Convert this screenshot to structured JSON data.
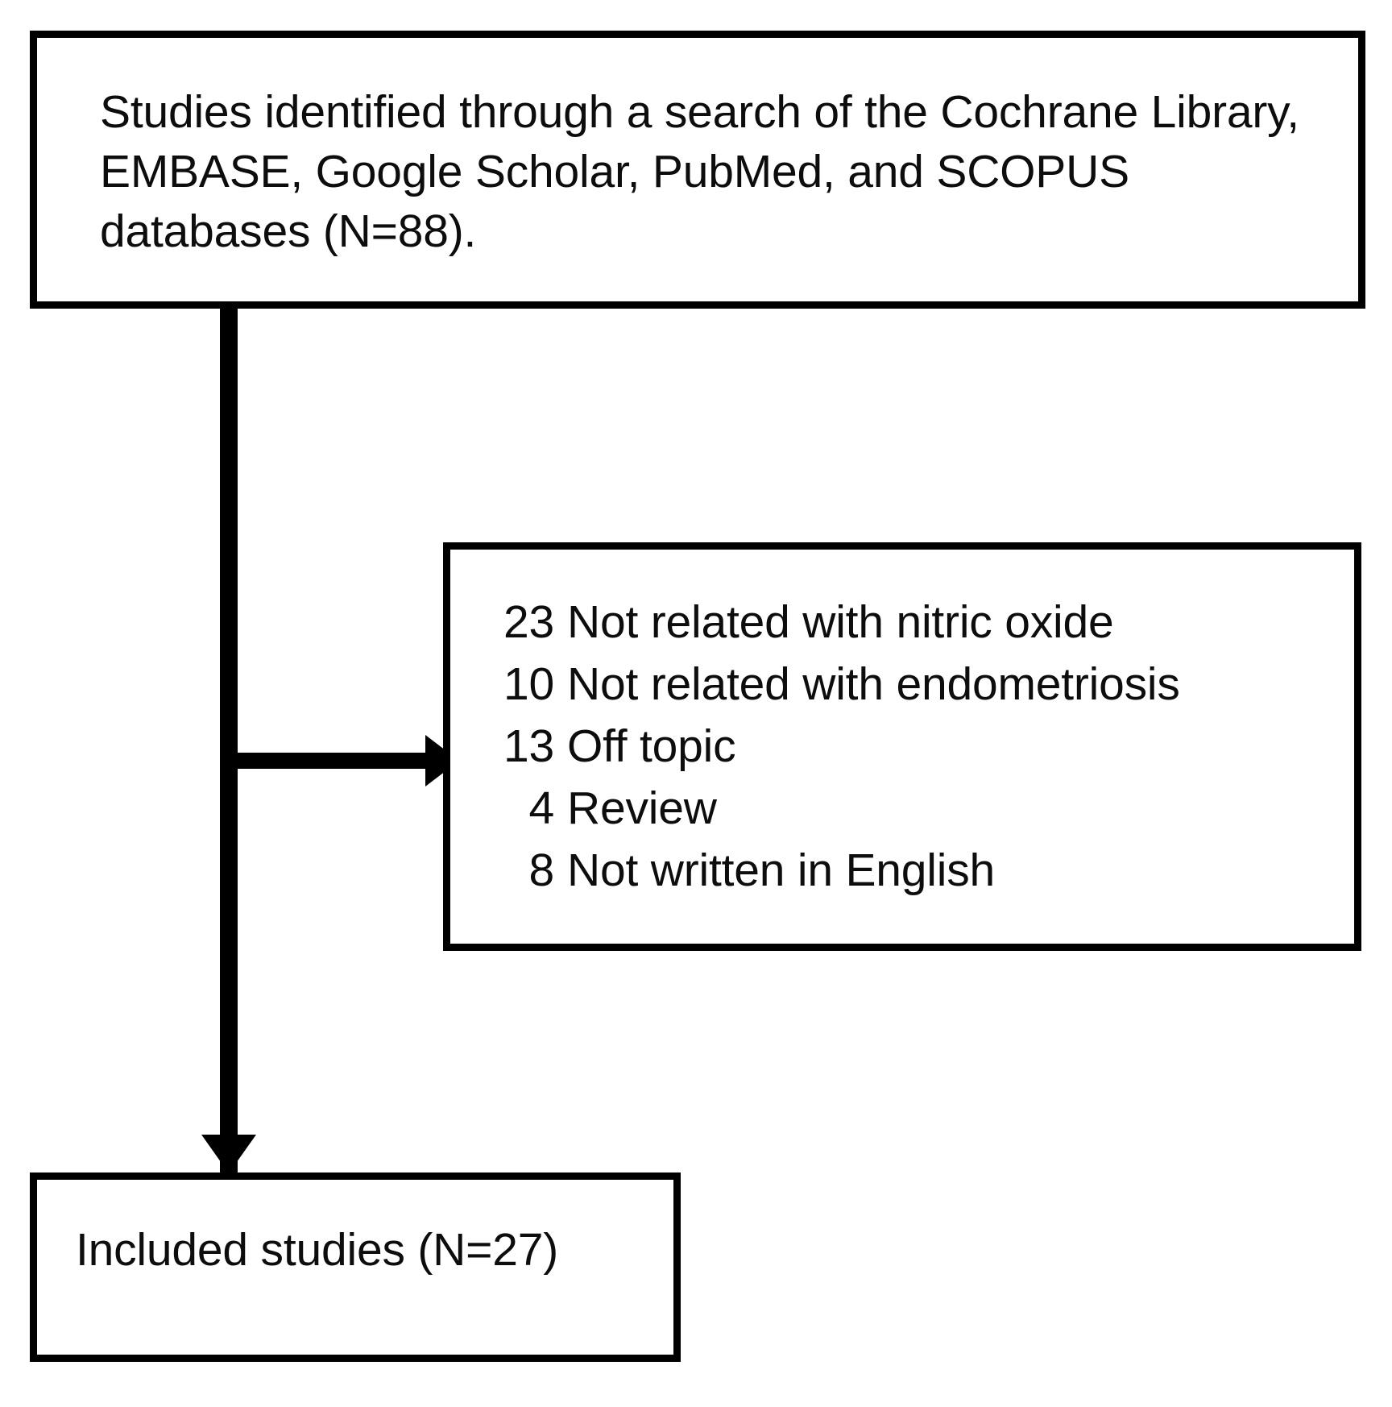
{
  "diagram": {
    "type": "prisma-flow-diagram",
    "orientation": "vertical",
    "colors": {
      "stroke": "#000000",
      "text": "#0d0d0d",
      "background": "#ffffff"
    },
    "identification": {
      "label": "Studies identified through a search of the Cochrane Library, EMBASE, Google Scholar, PubMed, and SCOPUS databases (N=88).",
      "total_identified": 88
    },
    "exclusions": {
      "items": [
        {
          "count": "23",
          "reason": "Not related with nitric oxide"
        },
        {
          "count": "10",
          "reason": "Not related with endometriosis"
        },
        {
          "count": "13",
          "reason": "Off topic"
        },
        {
          "count": "4",
          "reason": "Review"
        },
        {
          "count": "8",
          "reason": "Not written in English"
        }
      ]
    },
    "included": {
      "label": "Included studies (N=27)",
      "total_included": 27
    },
    "connectors": [
      {
        "name": "identification-to-included",
        "shape": "vertical-arrow"
      },
      {
        "name": "identification-to-exclusion",
        "shape": "horizontal-arrow"
      }
    ]
  }
}
